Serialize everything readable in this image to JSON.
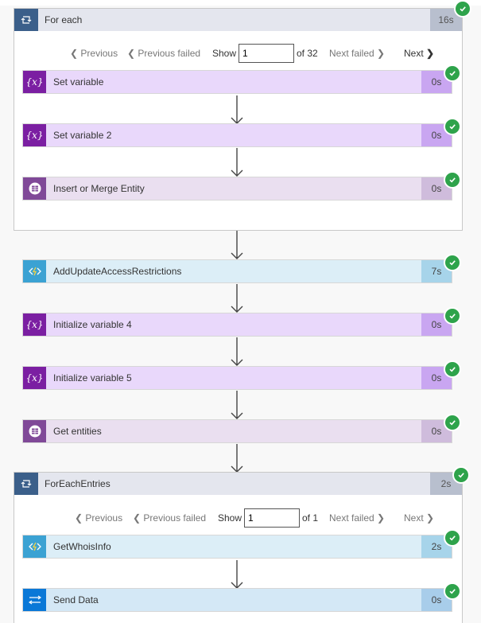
{
  "foreach1": {
    "title": "For each",
    "duration": "16s",
    "pager": {
      "previous": "Previous",
      "previous_failed": "Previous failed",
      "show": "Show",
      "current": "1",
      "of": "of 32",
      "next_failed": "Next failed",
      "next": "Next"
    },
    "actions": [
      {
        "label": "Set variable",
        "duration": "0s",
        "icon": "variable-icon"
      },
      {
        "label": "Set variable 2",
        "duration": "0s",
        "icon": "variable-icon"
      },
      {
        "label": "Insert or Merge Entity",
        "duration": "0s",
        "icon": "table-storage-icon"
      }
    ]
  },
  "top_actions": [
    {
      "label": "AddUpdateAccessRestrictions",
      "duration": "7s",
      "icon": "function-icon"
    },
    {
      "label": "Initialize variable 4",
      "duration": "0s",
      "icon": "variable-icon"
    },
    {
      "label": "Initialize variable 5",
      "duration": "0s",
      "icon": "variable-icon"
    },
    {
      "label": "Get entities",
      "duration": "0s",
      "icon": "table-storage-icon"
    }
  ],
  "foreach2": {
    "title": "ForEachEntries",
    "duration": "2s",
    "pager": {
      "previous": "Previous",
      "previous_failed": "Previous failed",
      "show": "Show",
      "current": "1",
      "of": "of 1",
      "next_failed": "Next failed",
      "next": "Next"
    },
    "actions": [
      {
        "label": "GetWhoisInfo",
        "duration": "2s",
        "icon": "function-icon"
      },
      {
        "label": "Send Data",
        "duration": "0s",
        "icon": "send-data-icon"
      }
    ]
  },
  "colors": {
    "success": "#2ea34b",
    "variable": "#7b1fa2",
    "function": "#3ba2d3",
    "foreach": "#3b5f8a"
  }
}
